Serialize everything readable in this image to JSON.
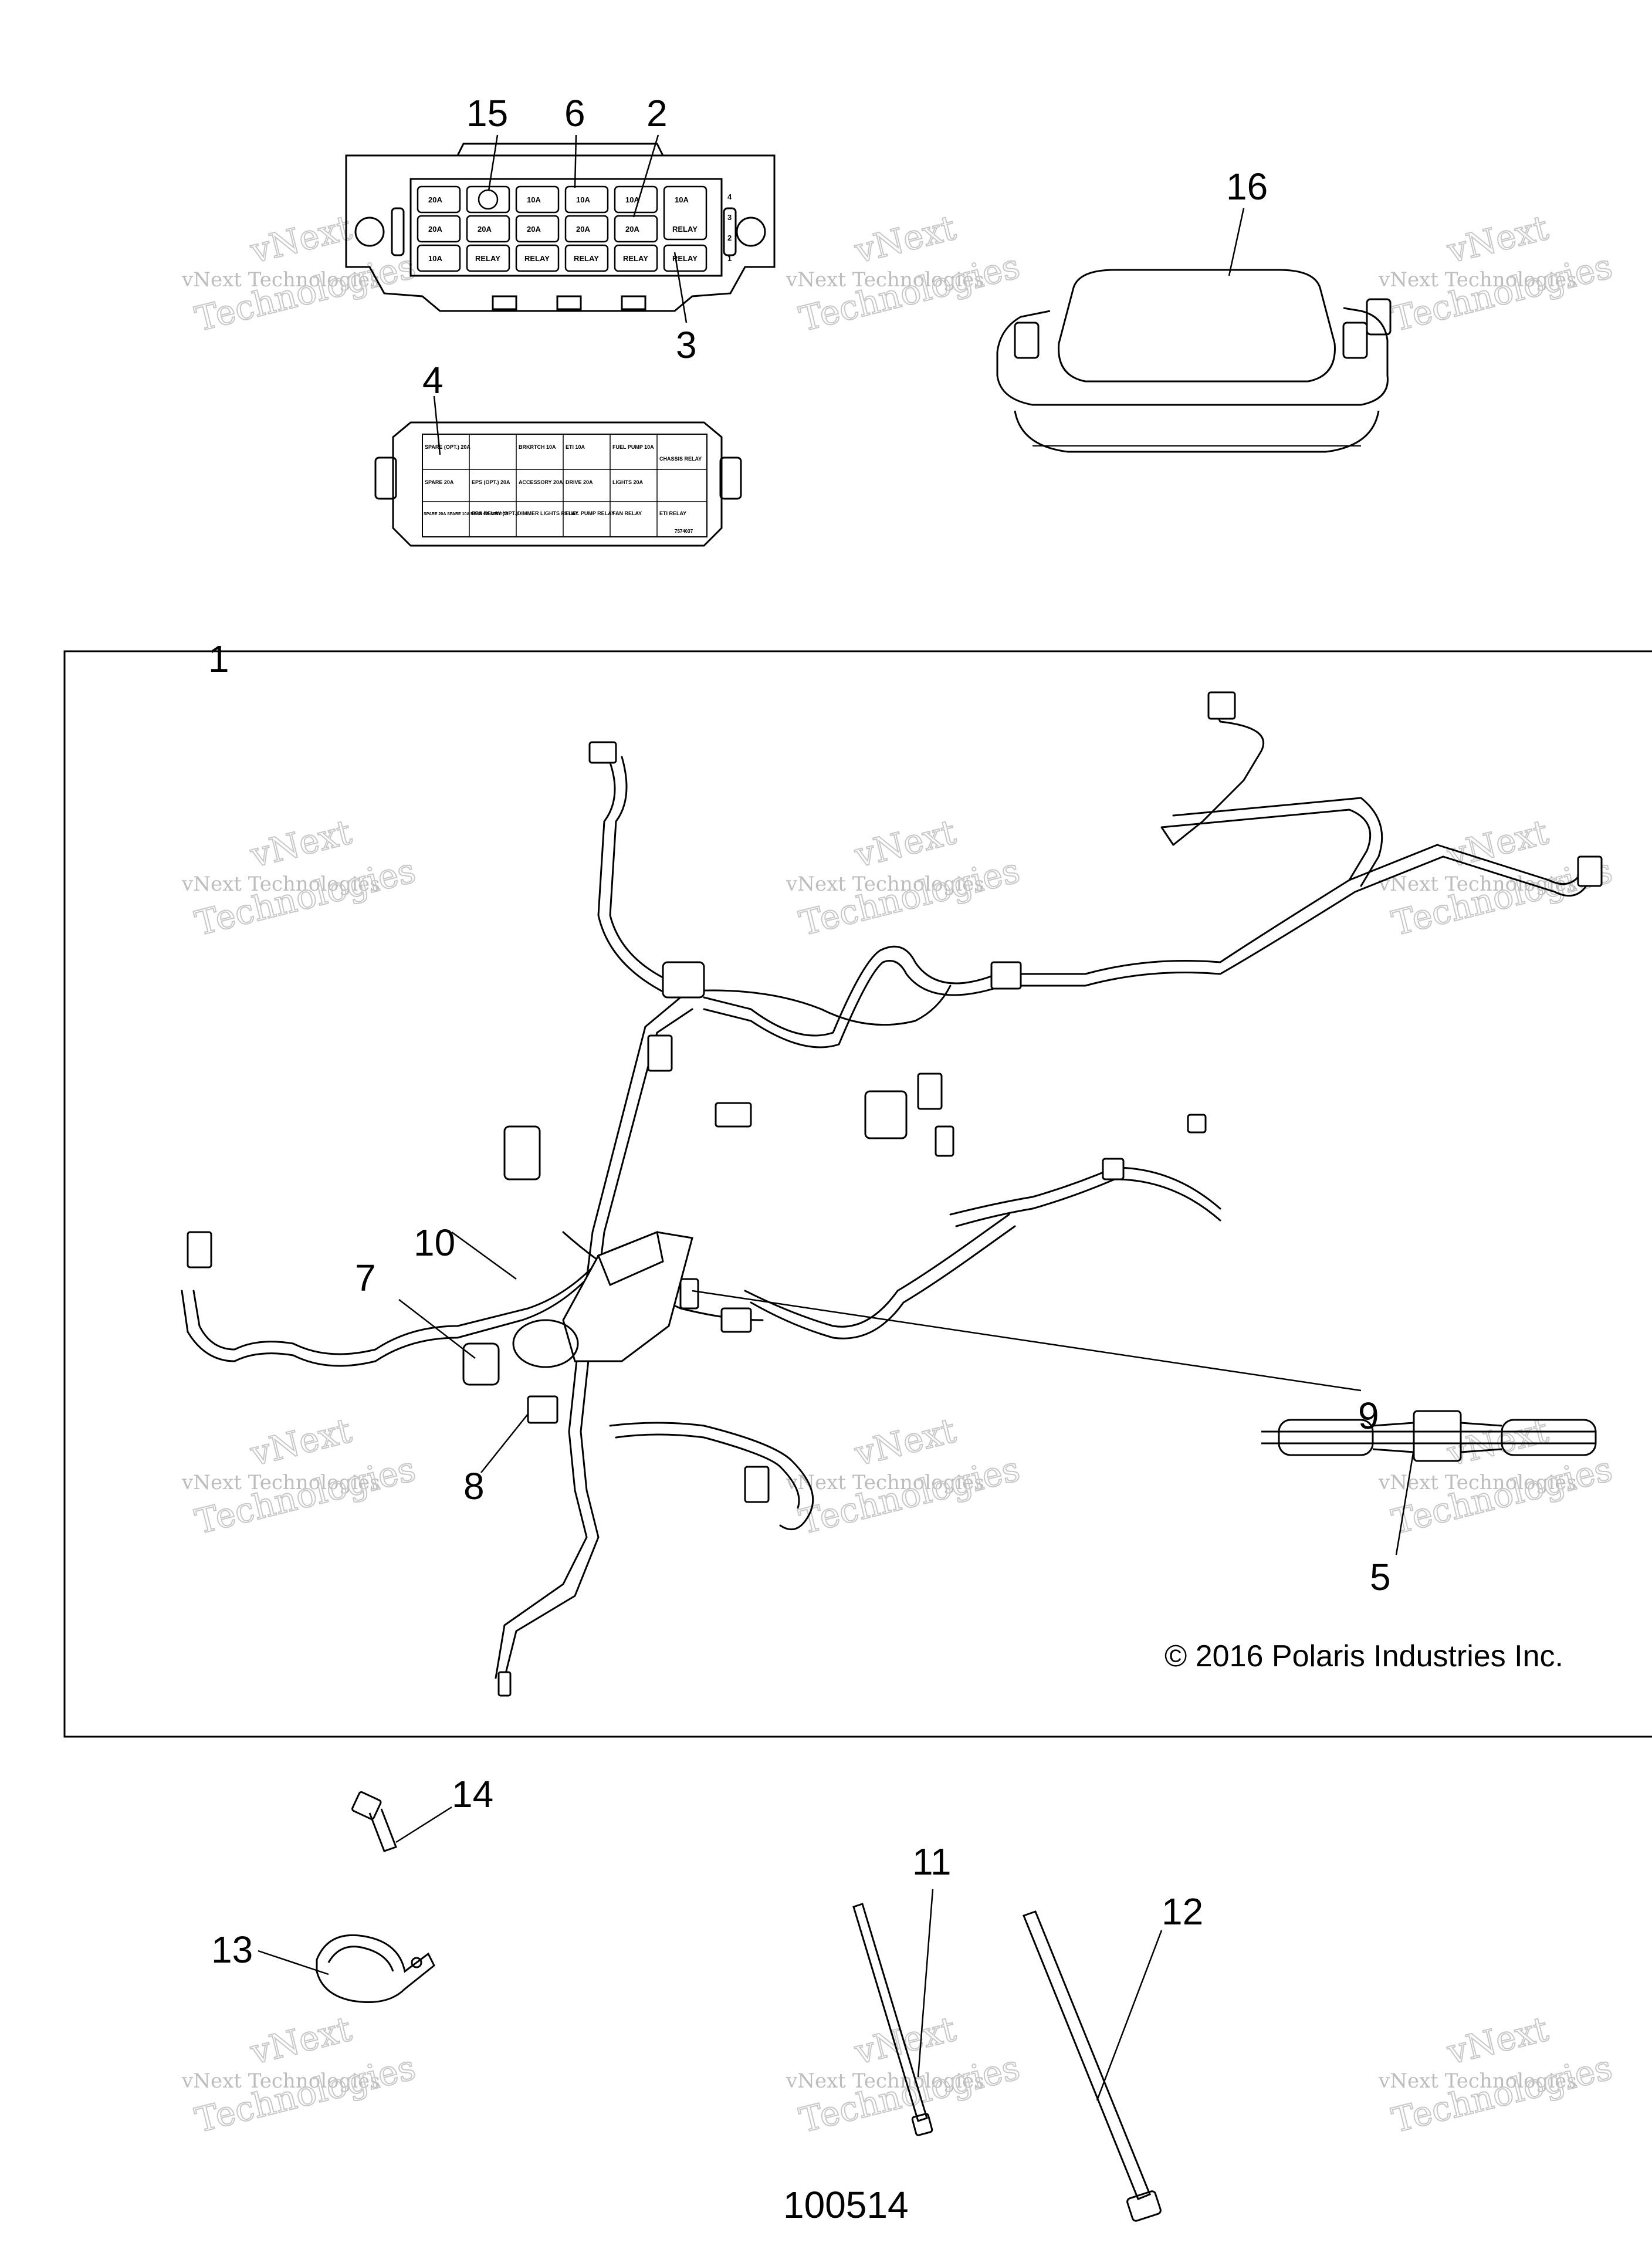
{
  "copyright": "© 2016 Polaris Industries Inc.",
  "diagram_number": "100514",
  "watermark": {
    "line1": "vNext",
    "line2": "vNext Technologies",
    "line3": "Technologies"
  },
  "callouts": {
    "c1": "1",
    "c2": "2",
    "c3": "3",
    "c4": "4",
    "c5": "5",
    "c6": "6",
    "c7": "7",
    "c8": "8",
    "c9": "9",
    "c10": "10",
    "c11": "11",
    "c12": "12",
    "c13": "13",
    "c14": "14",
    "c15": "15",
    "c16": "16"
  },
  "fuse_box_top": {
    "row_labels": [
      "4",
      "3",
      "2",
      "1"
    ],
    "row1": [
      "20A",
      "",
      "10A",
      "10A",
      "10A",
      "10A"
    ],
    "row2": [
      "20A",
      "20A",
      "20A",
      "20A",
      "20A",
      "RELAY"
    ],
    "row3": [
      "10A",
      "RELAY",
      "RELAY",
      "RELAY",
      "RELAY",
      "RELAY"
    ]
  },
  "fuse_cover_label": {
    "r1c1": "SPARE (OPT.) 20A",
    "r1c3": "BRKRTCH 10A",
    "r1c4": "ETI 10A",
    "r1c5": "FUEL PUMP 10A",
    "r1c6": "CHASSIS RELAY",
    "r2c1": "SPARE 20A",
    "r2c2": "EPS (OPT.) 20A",
    "r2c3": "ACCESSORY 20A",
    "r2c4": "DRIVE 20A",
    "r2c5": "LIGHTS 20A",
    "r3c1": "SPARE 20A SPARE 10A REAR OF SERVICE",
    "r3c2": "EPS RELAY (OPT.)",
    "r3c3": "DIMMER LIGHTS RELAY",
    "r3c4": "FUEL PUMP RELAY",
    "r3c5": "FAN RELAY",
    "r3c6": "ETI RELAY",
    "part_code": "7574037"
  }
}
